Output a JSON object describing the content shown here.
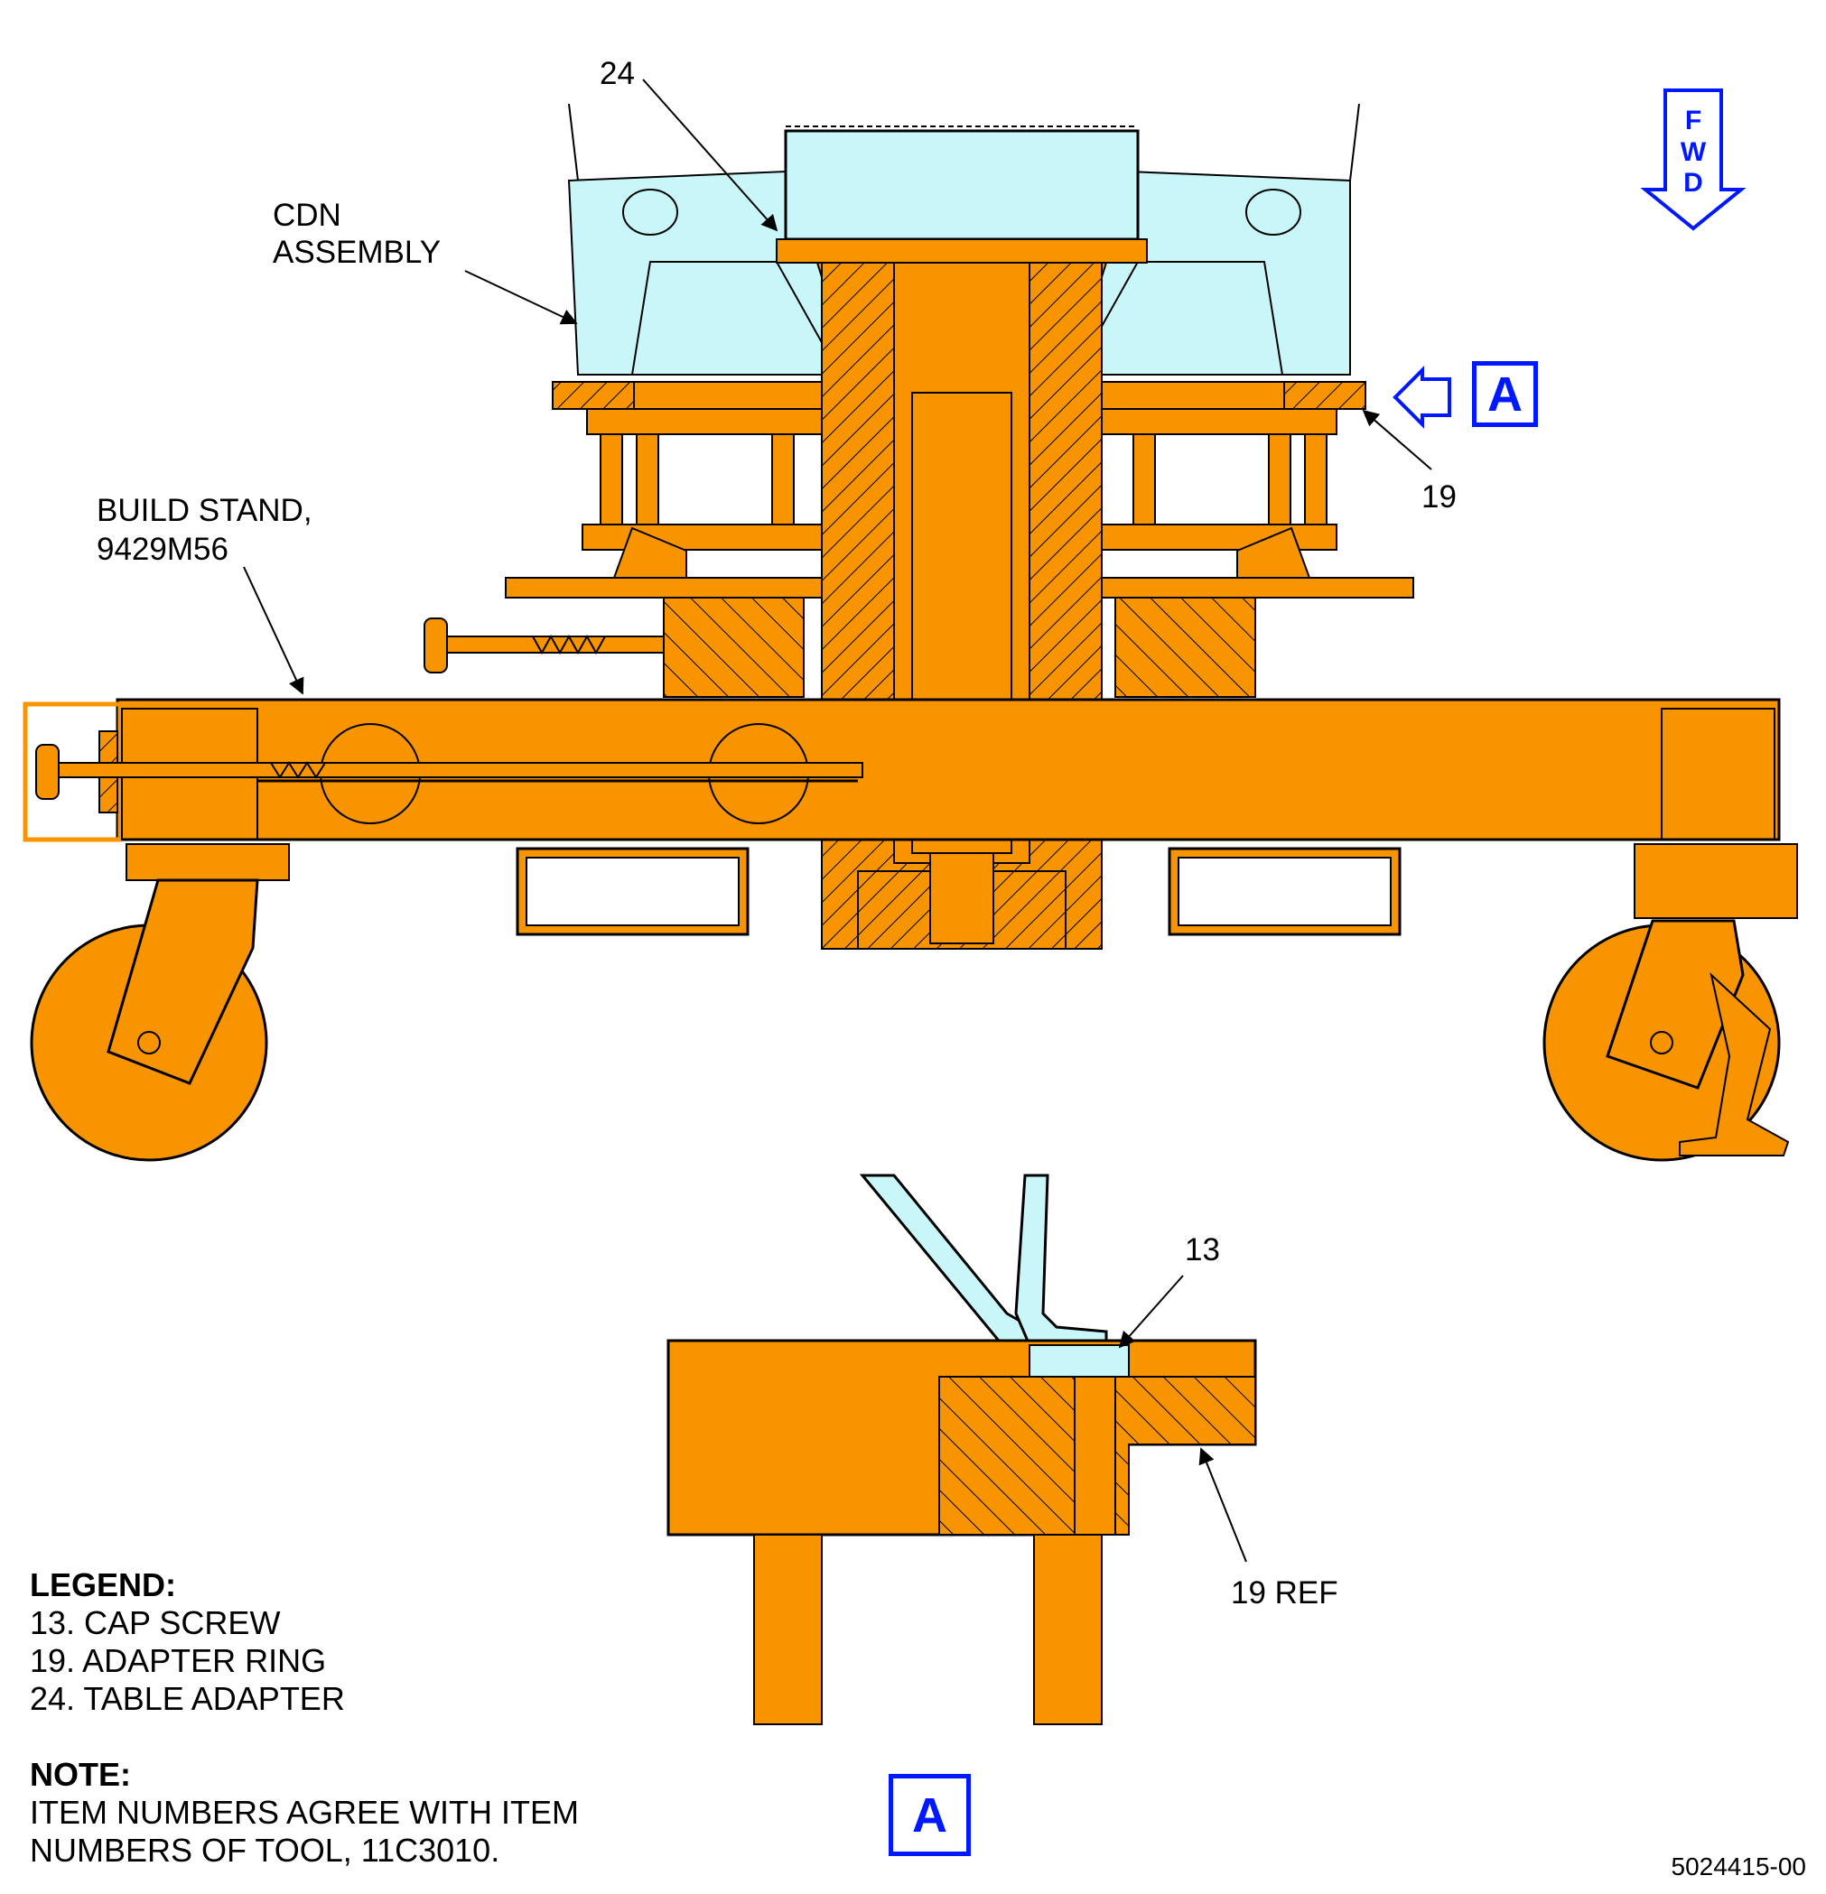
{
  "callouts": {
    "table_adapter_num": "24",
    "cdn_line1": "CDN",
    "cdn_line2": "ASSEMBLY",
    "build_stand_line1": "BUILD STAND,",
    "build_stand_line2": "9429M56",
    "adapter_ring_num": "19",
    "cap_screw_num": "13",
    "adapter_ring_ref": "19 REF"
  },
  "fwd": {
    "f": "F",
    "w": "W",
    "d": "D"
  },
  "view_marker": "A",
  "legend": {
    "title": "LEGEND:",
    "items": [
      "13. CAP SCREW",
      "19. ADAPTER RING",
      "24. TABLE ADAPTER"
    ]
  },
  "note": {
    "title": "NOTE:",
    "line1": "ITEM NUMBERS AGREE WITH ITEM",
    "line2": "NUMBERS OF TOOL, 11C3010."
  },
  "figure_id": "5024415-00",
  "colors": {
    "stand": "#f79400",
    "assembly": "#c9f6f8",
    "indicator": "#0018ff",
    "outline": "#000000"
  }
}
